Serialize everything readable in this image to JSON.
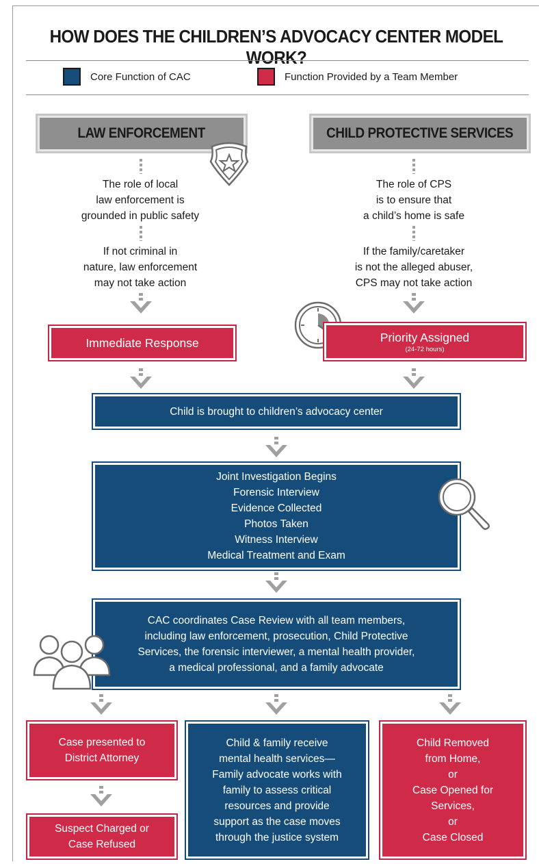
{
  "title": "HOW DOES THE CHILDREN’S ADVOCACY CENTER MODEL WORK?",
  "legend": {
    "core_label": "Core Function of CAC",
    "core_color": "#154c7a",
    "team_label": "Function Provided by a Team Member",
    "team_color": "#cf2a48"
  },
  "left": {
    "heading": "LAW ENFORCEMENT",
    "role_lines": [
      "The role of local",
      "law enforcement is",
      "grounded in public safety"
    ],
    "note_lines": [
      "If not criminal in",
      "nature, law enforcement",
      "may not take action"
    ],
    "response": "Immediate Response"
  },
  "right": {
    "heading": "CHILD PROTECTIVE SERVICES",
    "role_lines": [
      "The role of CPS",
      "is to ensure that",
      "a child’s home is safe"
    ],
    "note_lines": [
      "If the family/caretaker",
      "is not the alleged abuser,",
      "CPS may not take action"
    ],
    "priority": "Priority Assigned",
    "priority_note": "(24-72 hours)"
  },
  "center": {
    "brought": "Child is brought to children’s advocacy center",
    "investigation_lines": [
      "Joint Investigation Begins",
      "Forensic Interview",
      "Evidence Collected",
      "Photos Taken",
      "Witness Interview",
      "Medical Treatment and Exam"
    ],
    "review_lines": [
      "CAC coordinates Case Review with all team members,",
      "including law enforcement, prosecution, Child Protective",
      "Services, the forensic interviewer, a mental health provider,",
      "a medical professional, and a family advocate"
    ]
  },
  "outcomes": {
    "da_lines": [
      "Case presented to",
      "District Attorney"
    ],
    "charged_lines": [
      "Suspect Charged or",
      "Case Refused"
    ],
    "services_lines": [
      "Child & family receive",
      "mental health services—",
      "Family advocate works with",
      "family to assess critical",
      "resources and provide",
      "support as the case moves",
      "through the justice system"
    ],
    "cps_lines": [
      "Child Removed",
      "from Home,",
      "or",
      "Case Opened for",
      "Services,",
      "or",
      "Case Closed"
    ]
  },
  "icons": [
    "badge-icon",
    "clock-icon",
    "magnifier-icon",
    "people-icon",
    "down-arrow-icon"
  ]
}
